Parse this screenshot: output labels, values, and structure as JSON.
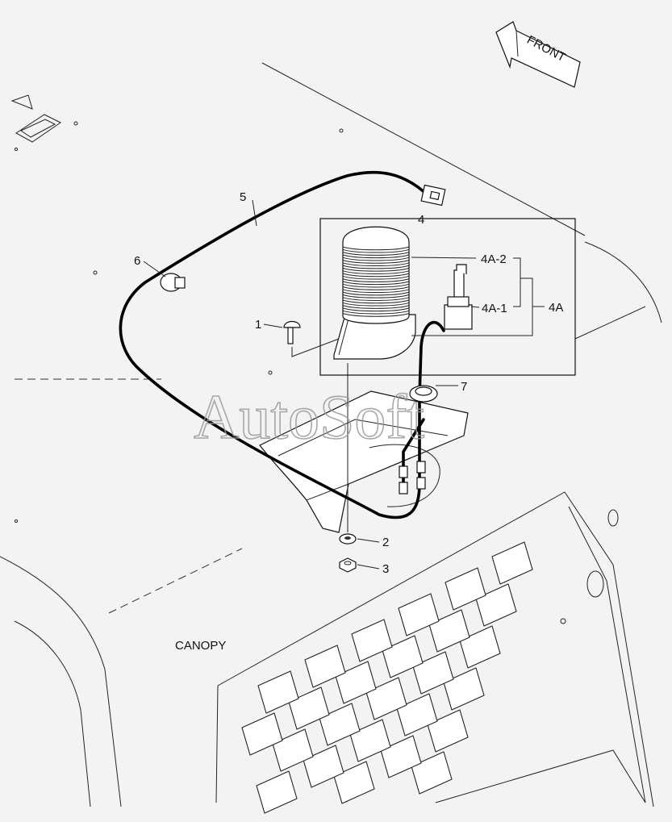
{
  "direction_label": "FRONT",
  "region_label": "CANOPY",
  "watermark": "AutoSoft",
  "callouts": {
    "c1": "1",
    "c2": "2",
    "c3": "3",
    "c4": "4",
    "c4a": "4A",
    "c4a1": "4A-1",
    "c4a2": "4A-2",
    "c5": "5",
    "c6": "6",
    "c7": "7"
  }
}
